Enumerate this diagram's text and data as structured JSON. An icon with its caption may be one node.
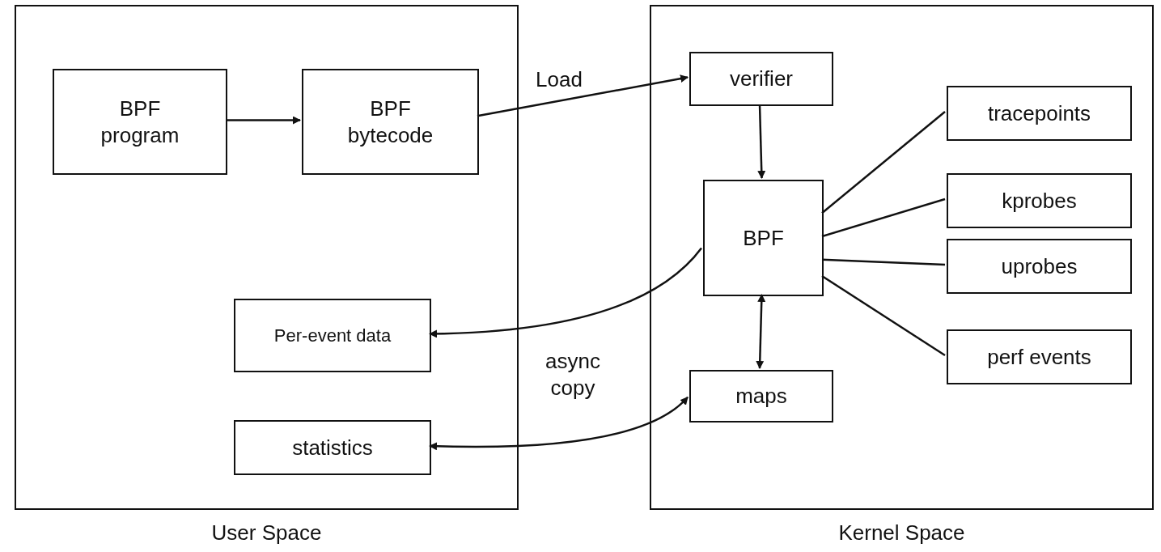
{
  "diagram": {
    "nodes": [
      {
        "text": [
          "User Space"
        ]
      },
      {
        "text": [
          "BPF program"
        ],
        "in": 0
      },
      {
        "text": [
          "BPF bytecode"
        ],
        "in": 0
      },
      {
        "text": [
          "Per-event data"
        ],
        "in": 0
      },
      {
        "text": [
          "statistics"
        ],
        "in": 0
      },
      {
        "text": [
          "Kernel Space"
        ]
      },
      {
        "text": [
          "verifier"
        ],
        "in": 5
      },
      {
        "text": [
          "BPF"
        ],
        "in": 5
      },
      {
        "text": [
          "maps"
        ],
        "in": 5
      },
      {
        "text": [
          "tracepoints"
        ],
        "in": 5
      },
      {
        "text": [
          "kprobes"
        ],
        "in": 5
      },
      {
        "text": [
          "uprobes"
        ],
        "in": 5
      },
      {
        "text": [
          "perf events"
        ],
        "in": 5
      }
    ],
    "edges": [
      {
        "from": 1,
        "to": 2,
        "arrow": "to"
      },
      {
        "from": 2,
        "to": 6,
        "arrow": "to",
        "label": "Load"
      },
      {
        "from": 6,
        "to": 7,
        "arrow": "to"
      },
      {
        "from": 7,
        "to": 3,
        "arrow": "to"
      },
      {
        "from": 7,
        "to": 8,
        "arrow": "both"
      },
      {
        "from": 8,
        "to": 4,
        "arrow": "both",
        "label": "async copy"
      },
      {
        "from": 7,
        "to": 9,
        "arrow": "none"
      },
      {
        "from": 7,
        "to": 10,
        "arrow": "none"
      },
      {
        "from": 7,
        "to": 11,
        "arrow": "none"
      },
      {
        "from": 7,
        "to": 12,
        "arrow": "none"
      }
    ]
  }
}
